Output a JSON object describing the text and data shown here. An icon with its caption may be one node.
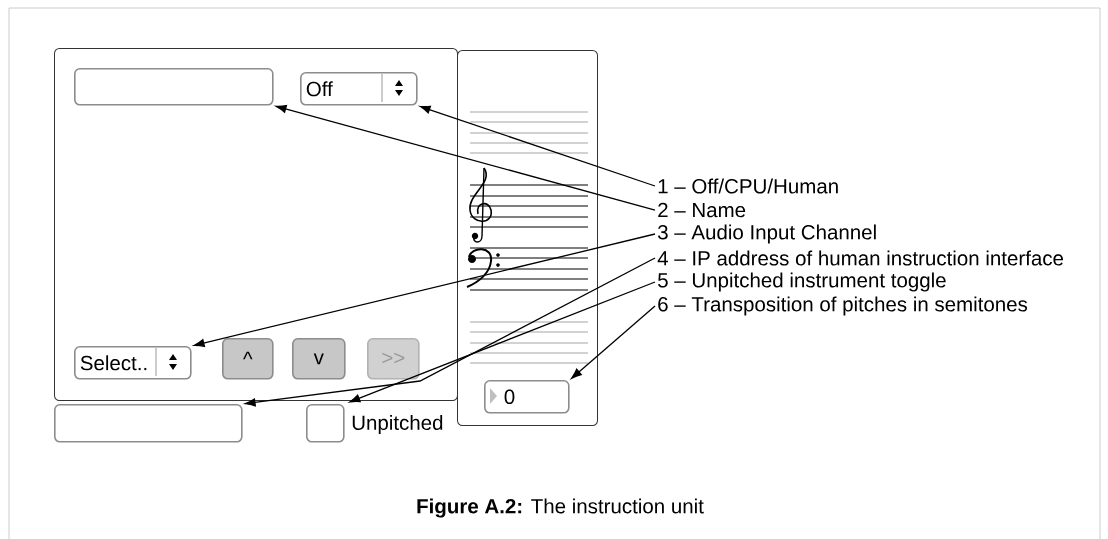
{
  "diagram": {
    "caption": "**Figure A.2:** The instruction unit",
    "nodes": [
      {
        "text": [],
        "shape": "box"
      },
      {
        "text": [],
        "shape": "box",
        "in": 0
      },
      {
        "text": [
          "Off"
        ],
        "in": 0
      },
      {
        "text": [
          "Select.."
        ],
        "in": 0
      },
      {
        "text": [
          "^"
        ],
        "in": 0
      },
      {
        "text": [
          "v"
        ],
        "in": 0
      },
      {
        "text": [
          ">>"
        ],
        "in": 0
      },
      {
        "text": [],
        "shape": "box"
      },
      {
        "text": [
          "0"
        ],
        "in": 7
      },
      {
        "text": [],
        "shape": "box"
      },
      {
        "text": [],
        "shape": "box",
        "beside": [
          "Unpitched"
        ]
      },
      {
        "text": [
          "1 – Off/CPU/Human"
        ]
      },
      {
        "text": [
          "2 – Name"
        ]
      },
      {
        "text": [
          "3 – Audio Input Channel"
        ]
      },
      {
        "text": [
          "4 – IP address of human instruction interface"
        ]
      },
      {
        "text": [
          "5 – Unpitched instrument toggle"
        ]
      },
      {
        "text": [
          "6 – Transposition of pitches in semitones"
        ]
      }
    ],
    "edges": [
      {
        "from": 11,
        "to": 2,
        "arrow": "to"
      },
      {
        "from": 12,
        "to": 1,
        "arrow": "to"
      },
      {
        "from": 13,
        "to": 3,
        "arrow": "to"
      },
      {
        "from": 14,
        "to": 9,
        "arrow": "to"
      },
      {
        "from": 15,
        "to": 10,
        "arrow": "to"
      },
      {
        "from": 16,
        "to": 8,
        "arrow": "to"
      }
    ]
  }
}
